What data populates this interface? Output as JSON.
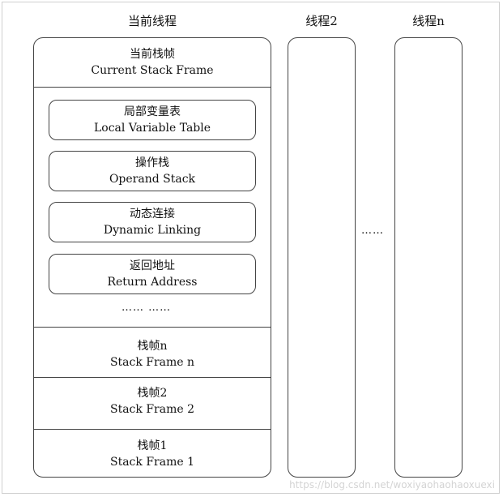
{
  "columns": {
    "current_thread": "当前线程",
    "thread2": "线程2",
    "threadn": "线程n"
  },
  "current_frame": {
    "zh": "当前栈帧",
    "en": "Current Stack Frame"
  },
  "components": [
    {
      "zh": "局部变量表",
      "en": "Local Variable Table"
    },
    {
      "zh": "操作栈",
      "en": "Operand Stack"
    },
    {
      "zh": "动态连接",
      "en": "Dynamic Linking"
    },
    {
      "zh": "返回地址",
      "en": "Return Address"
    }
  ],
  "inner_ellipsis": "……  ……",
  "frames": [
    {
      "zh": "栈帧n",
      "en": "Stack Frame n"
    },
    {
      "zh": "栈帧2",
      "en": "Stack Frame 2"
    },
    {
      "zh": "栈帧1",
      "en": "Stack Frame 1"
    }
  ],
  "between_threads": "……",
  "watermark": "https://blog.csdn.net/woxiyaohaohaoxuexi"
}
